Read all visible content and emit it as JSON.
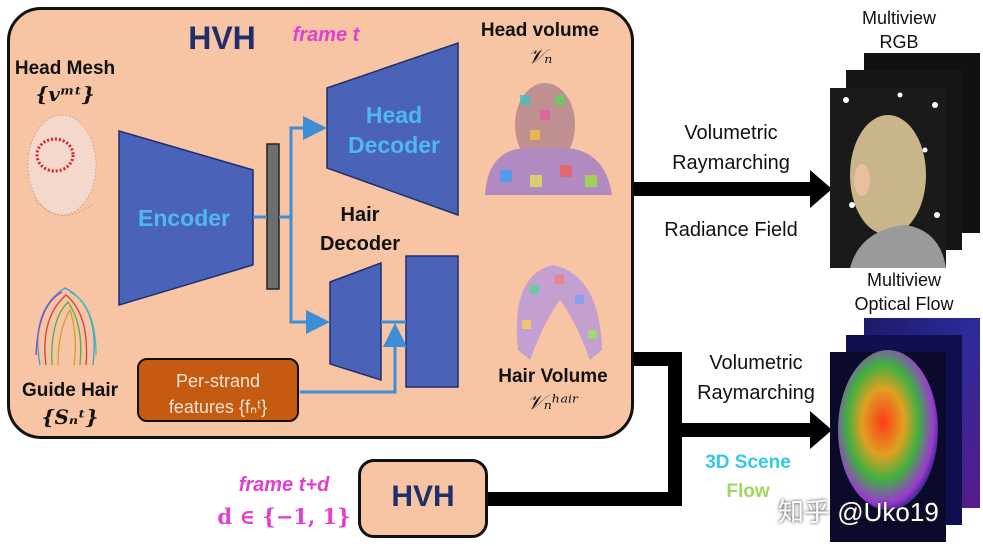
{
  "main": {
    "title": "HVH",
    "frame_label": "frame t"
  },
  "inputs": {
    "head_mesh_label": "Head Mesh",
    "head_mesh_math": "{vᵐᵗ}",
    "guide_hair_label": "Guide Hair",
    "guide_hair_math": "{Sₙᵗ}"
  },
  "blocks": {
    "encoder": "Encoder",
    "head_decoder_line1": "Head",
    "head_decoder_line2": "Decoder",
    "hair_decoder_line1": "Hair",
    "hair_decoder_line2": "Decoder",
    "per_strand_line1": "Per-strand",
    "per_strand_line2": "features {fₙᵗ}"
  },
  "outputs": {
    "head_volume_label": "Head volume",
    "head_volume_math": "𝒱ₙ",
    "hair_volume_label": "Hair Volume",
    "hair_volume_math": "𝒱ₙʰᵃⁱʳ"
  },
  "right": {
    "raymarch1_line1": "Volumetric",
    "raymarch1_line2": "Raymarching",
    "radiance_field": "Radiance Field",
    "multiview_rgb_line1": "Multiview",
    "multiview_rgb_line2": "RGB",
    "raymarch2_line1": "Volumetric",
    "raymarch2_line2": "Raymarching",
    "multiview_flow_line1": "Multiview",
    "multiview_flow_line2": "Optical Flow",
    "scene_flow_line1": "3D Scene",
    "scene_flow_line2": "Flow"
  },
  "bottom": {
    "frame_td": "frame t+d",
    "d_set": "d ∈ {−1, 1}",
    "hvh_small": "HVH"
  },
  "watermark": "知乎 @Uko19",
  "colors": {
    "panel": "#f7c4a4",
    "block_blue": "#4a63b8",
    "decoder_text": "#4fb8ee",
    "arrow_blue": "#3c8fd6",
    "per_strand": "#c55a11",
    "magenta": "#e23fd0"
  }
}
